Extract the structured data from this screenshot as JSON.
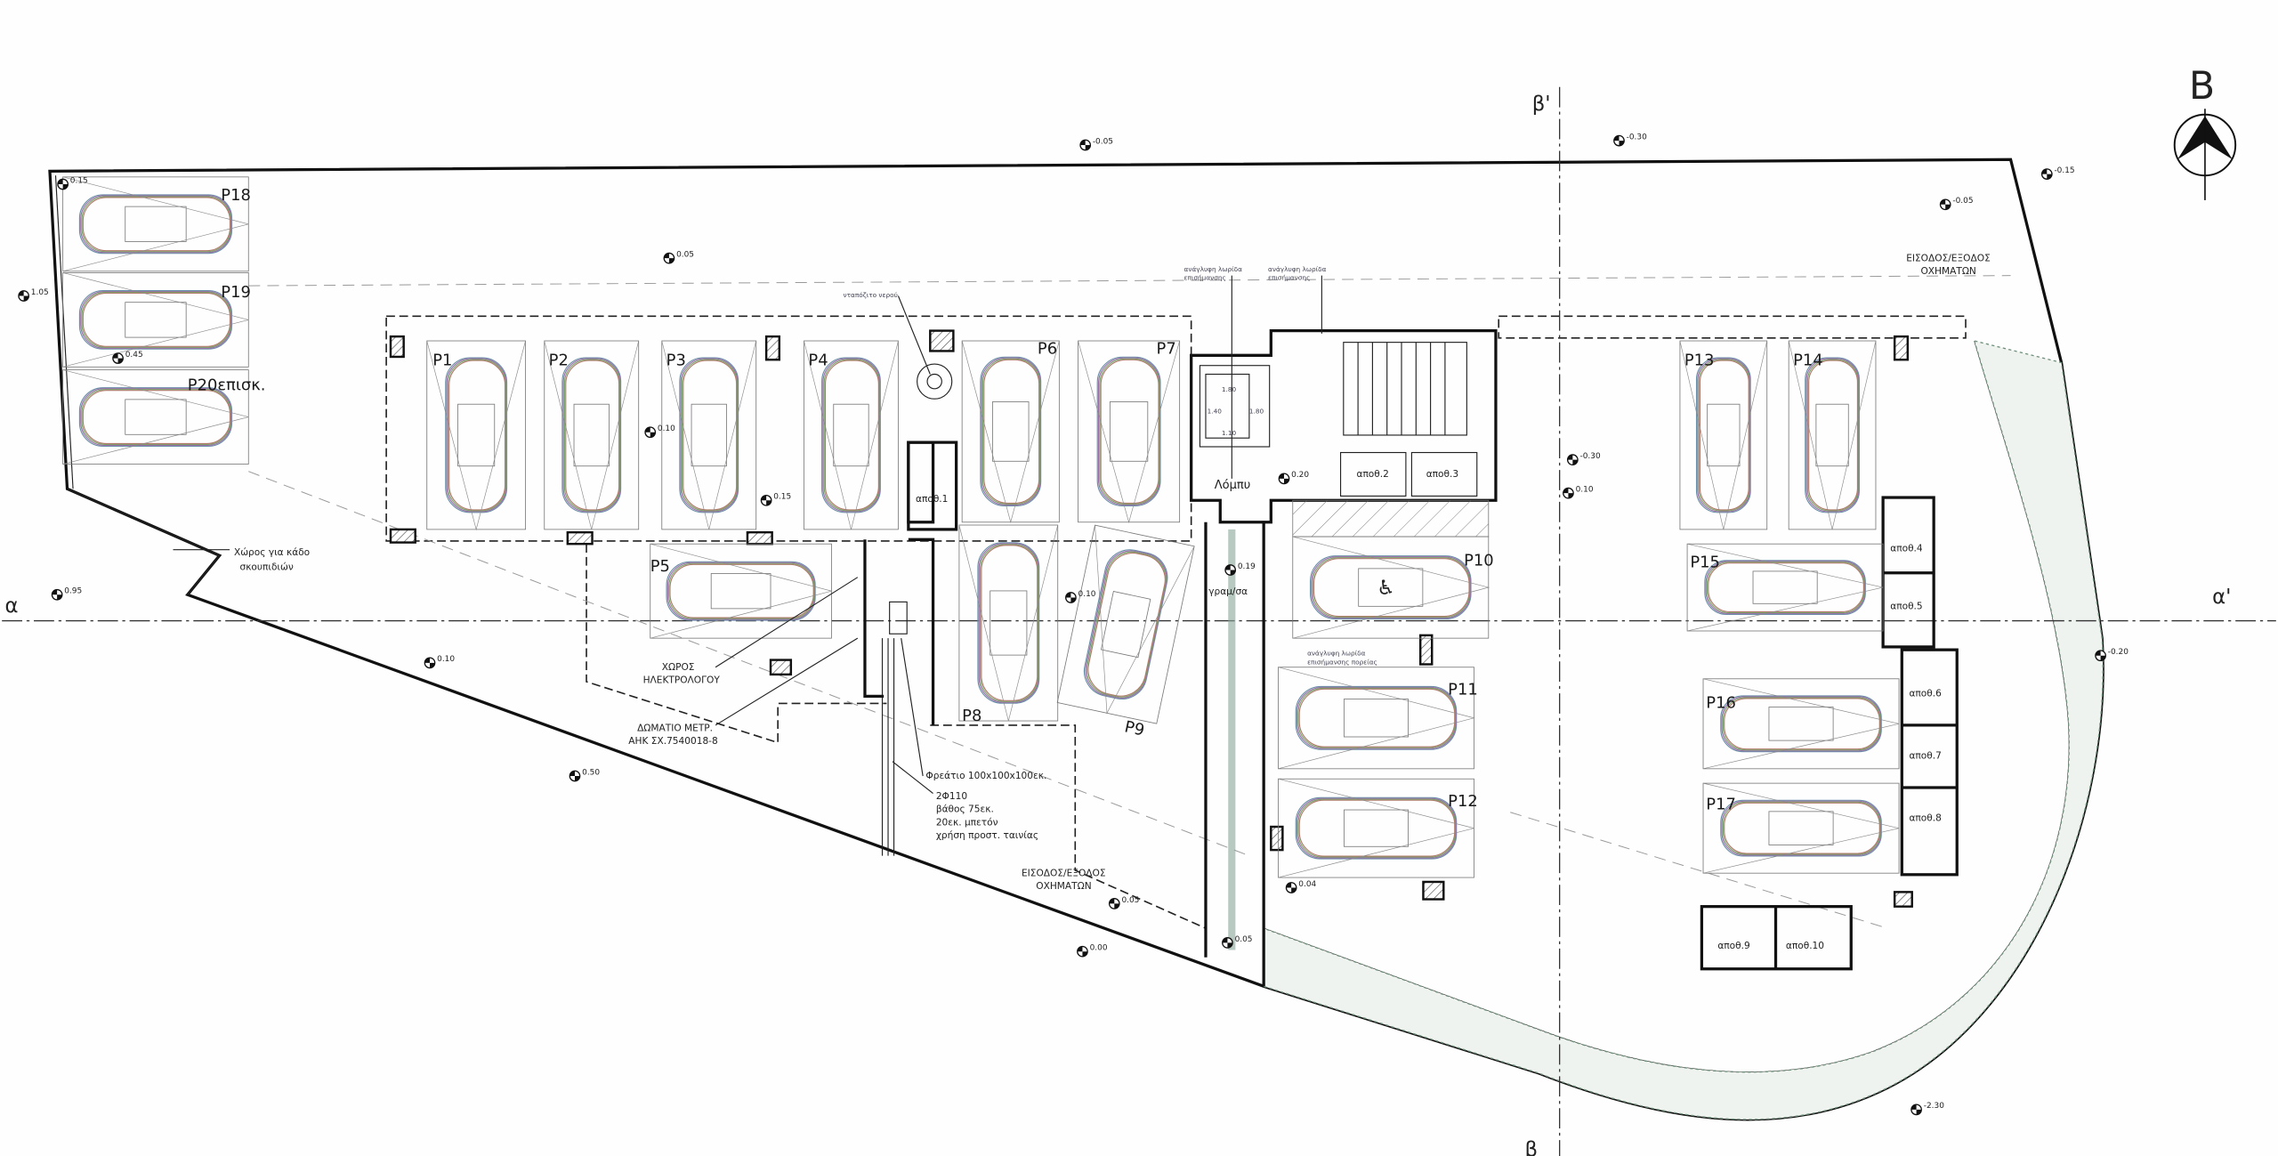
{
  "north_arrow": {
    "letter": "B"
  },
  "section_markers": {
    "a": "α",
    "a_prime": "α'",
    "b": "β",
    "b_prime": "β'"
  },
  "parking": {
    "P1": "P1",
    "P2": "P2",
    "P3": "P3",
    "P4": "P4",
    "P5": "P5",
    "P6": "P6",
    "P7": "P7",
    "P8": "P8",
    "P9": "P9",
    "P10": "P10",
    "P11": "P11",
    "P12": "P12",
    "P13": "P13",
    "P14": "P14",
    "P15": "P15",
    "P16": "P16",
    "P17": "P17",
    "P18": "P18",
    "P19": "P19",
    "P20": "P20επισκ."
  },
  "rooms": {
    "lobby": "Λόμπυ",
    "storage": [
      "αποθ.1",
      "αποθ.2",
      "αποθ.3",
      "αποθ.4",
      "αποθ.5",
      "αποθ.6",
      "αποθ.7",
      "αποθ.8",
      "αποθ.9",
      "αποθ.10"
    ]
  },
  "annotations": {
    "bin_area": [
      "Χώρος για κάδο",
      "σκουπιδιών"
    ],
    "electrician": [
      "ΧΩΡΟΣ",
      "ΗΛΕΚΤΡΟΛΟΓΟΥ"
    ],
    "meter_room": [
      "ΔΩΜΑΤΙΟ ΜΕΤΡ.",
      "ΑΗΚ ΣΧ.7540018-8"
    ],
    "manhole": "Φρεάτιο 100x100x100εκ.",
    "pipes": [
      "2Φ110",
      "βάθος 75εκ.",
      "20εκ. μπετόν",
      "χρήση προστ. ταινίας"
    ],
    "entrance_left": [
      "ΕΙΣΟΔΟΣ/ΕΞΟΔΟΣ",
      "ΟΧΗΜΑΤΩΝ"
    ],
    "entrance_right": [
      "ΕΙΣΟΔΟΣ/ΕΞΟΔΟΣ",
      "ΟΧΗΜΑΤΩΝ"
    ],
    "water_tank": "νταπόζιτο νερού",
    "tactile_1": [
      "ανάγλυφη λωρίδα",
      "επισήμανσης"
    ],
    "tactile_2": [
      "ανάγλυφη λωρίδα",
      "επισήμανσης"
    ],
    "tactile_3": [
      "ανάγλυφη λωρίδα",
      "επισήμανσης πορείας"
    ],
    "line": "γραμ/σα",
    "lift_dims": [
      "1.80",
      "1.80",
      "1.40",
      "1.10"
    ]
  },
  "elevations": [
    "-0.05",
    "-0.30",
    "-0.15",
    "-0.05",
    "0.15",
    "1.05",
    "0.45",
    "0.05",
    "0.10",
    "0.15",
    "0.20",
    "0.95",
    "0.10",
    "0.50",
    "0.10",
    "-0.30",
    "0.10",
    "0.19",
    "-0.20",
    "0.04",
    "0.05",
    "0.00",
    "0.05",
    "-2.30"
  ],
  "colors": {
    "ink": "#111111",
    "car_lines": [
      "#6a8fa8",
      "#9a6fa8",
      "#7ca36b",
      "#b07a6a"
    ],
    "landscape": "#6f8f7a"
  }
}
